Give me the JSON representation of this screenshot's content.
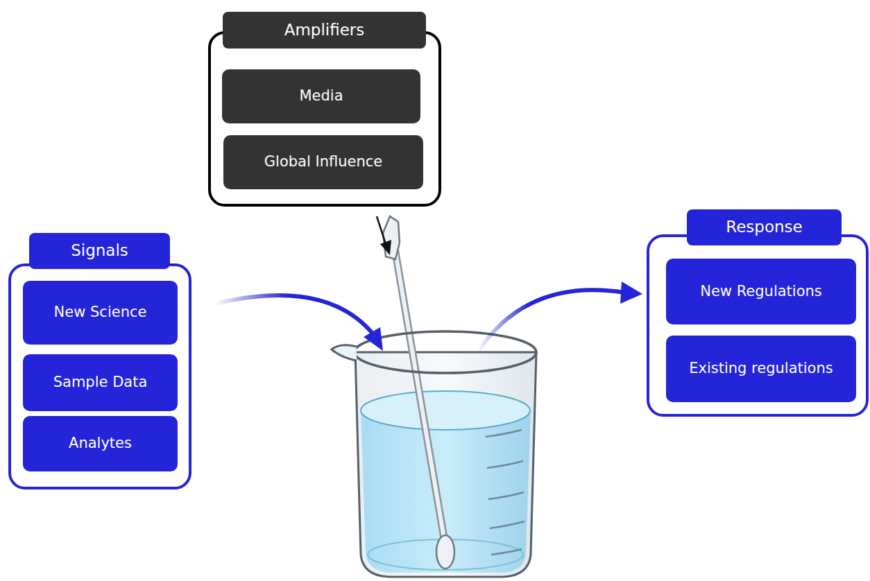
{
  "diagram": {
    "nodes": [
      {
        "text": [
          "Amplifiers"
        ]
      },
      {
        "text": [
          "Media"
        ],
        "in": 0
      },
      {
        "text": [
          "Global Influence"
        ],
        "in": 0
      },
      {
        "text": [
          "Signals"
        ]
      },
      {
        "text": [
          "New Science"
        ],
        "in": 3
      },
      {
        "text": [
          "Sample Data"
        ],
        "in": 3
      },
      {
        "text": [
          "Analytes"
        ],
        "in": 3
      },
      {
        "text": [
          "Response"
        ]
      },
      {
        "text": [
          "New Regulations"
        ],
        "in": 7
      },
      {
        "text": [
          "Existing regulations"
        ],
        "in": 7
      }
    ]
  }
}
